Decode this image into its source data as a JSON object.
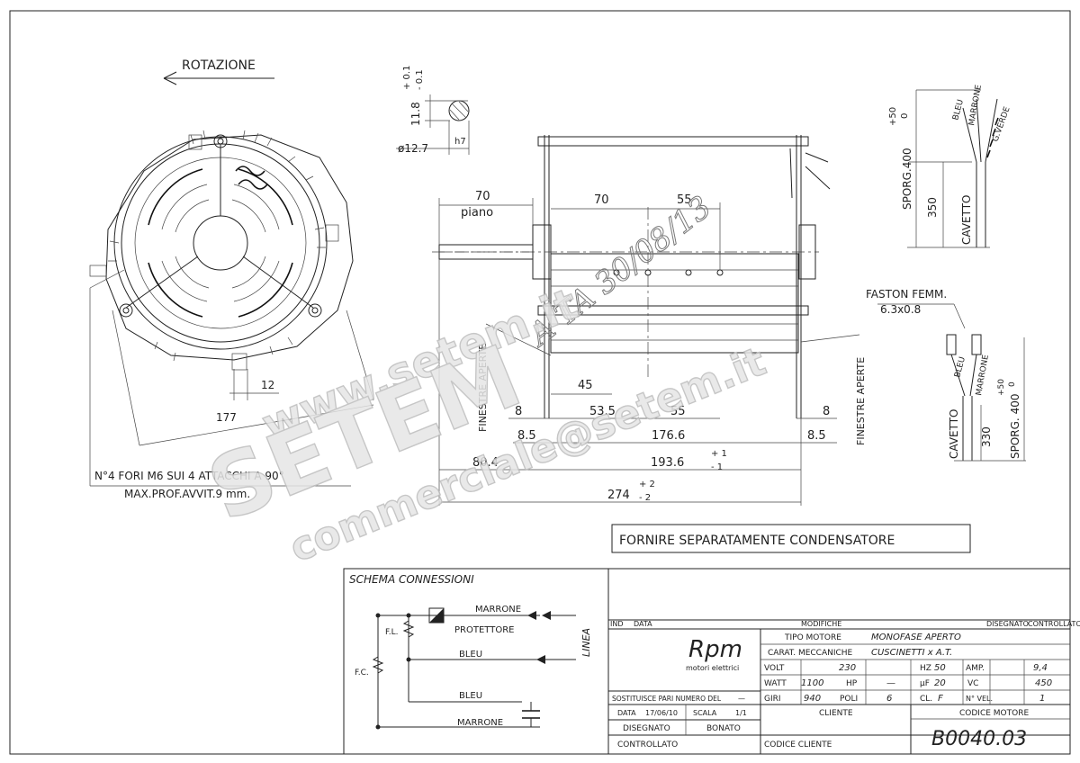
{
  "drawing": {
    "rotation_label": "ROTAZIONE",
    "dims": {
      "d_11_8": "11.8",
      "tol_plus_01": "+ 0.1",
      "tol_minus_01": "- 0.1",
      "d_12_7": "ø12.7",
      "h7": "h7",
      "d_70_top": "70",
      "piano": "piano",
      "d_70": "70",
      "d_55": "55",
      "d_45": "45",
      "d_53_5": "53.5",
      "d_55b": "55",
      "d_8_left": "8",
      "d_8_right": "8",
      "d_8_5_left": "8.5",
      "d_176_6": "176.6",
      "d_8_5_right": "8.5",
      "d_80_4": "80.4",
      "d_193_6": "193.6",
      "tol_plus_1": "+ 1",
      "tol_minus_1": "- 1",
      "d_274": "274",
      "tol_plus_2": "+ 2",
      "tol_minus_2": "- 2",
      "d_12": "12",
      "d_177": "177"
    },
    "finestre_left": "FINESTRE APERTE",
    "finestre_right": "FINESTRE APERTE",
    "mounting_note_1": "N°4 FORI M6 SUI 4 ATTACCHI A 90°",
    "mounting_note_2": "MAX.PROF.AVVIT.9 mm.",
    "fornire": "FORNIRE SEPARATAMENTE CONDENSATORE",
    "sporg_top": "SPORG.400",
    "sporg_top_tol_plus": "+50",
    "sporg_top_tol_zero": "0",
    "cavetto_top": "CAVETTO",
    "d_350": "350",
    "wire_bleu": "BLEU",
    "wire_marrone": "MARRONE",
    "wire_gverde": "G.VERDE",
    "faston_1": "FASTON FEMM.",
    "faston_2": "6.3x0.8",
    "cavetto_bottom": "CAVETTO",
    "d_330": "330",
    "sporg_bottom": "SPORG. 400",
    "sporg_bottom_tol_plus": "+50",
    "sporg_bottom_tol_zero": "0",
    "wire_bleu_b": "BLEU",
    "wire_marrone_b": "MARRONE",
    "stamp_text": "A TA 30/08/13"
  },
  "watermark": {
    "site": "www.setem.it",
    "brand": "SETEM",
    "email": "commerciale@setem.it"
  },
  "schema": {
    "title": "SCHEMA CONNESSIONI",
    "marrone_top": "MARRONE",
    "protettore": "PROTETTORE",
    "fl": "F.L.",
    "fc": "F.C.",
    "bleu_mid": "BLEU",
    "bleu_low": "BLEU",
    "marrone_bottom": "MARRONE",
    "linea": "LINEA"
  },
  "title_block": {
    "col_ind": "IND",
    "col_data": "DATA",
    "col_modifiche": "MODIFICHE",
    "col_disegnato": "DISEGNATO",
    "col_controllato": "CONTROLLATO",
    "logo_main": "Rpm",
    "logo_sub": "motori elettrici",
    "tipo_motore_label": "TIPO MOTORE",
    "tipo_motore_value": "MONOFASE APERTO",
    "carat_label": "CARAT. MECCANICHE",
    "carat_value": "CUSCINETTI x A.T.",
    "volt_label": "VOLT",
    "volt_value": "230",
    "hz_label": "HZ",
    "hz_value": "50",
    "amp_label": "AMP.",
    "amp_value": "9,4",
    "watt_label": "WATT",
    "watt_value": "1100",
    "hp_label": "HP",
    "hp_value": "—",
    "uf_label": "µF",
    "uf_value": "20",
    "vc_label": "VC",
    "vc_value": "450",
    "giri_label": "GIRI",
    "giri_value": "940",
    "poli_label": "POLI",
    "poli_value": "6",
    "cl_label": "CL.",
    "cl_value": "F",
    "nvel_label": "N° VEL.",
    "nvel_value": "1",
    "sostituisce_label": "SOSTITUISCE PARI NUMERO DEL",
    "sostituisce_value": "—",
    "data_label": "DATA",
    "data_value": "17/06/10",
    "scala_label": "SCALA",
    "scala_value": "1/1",
    "disegnato_label": "DISEGNATO",
    "disegnato_value": "BONATO",
    "controllato_label": "CONTROLLATO",
    "cliente_label": "CLIENTE",
    "codice_cliente_label": "CODICE CLIENTE",
    "codice_motore_label": "CODICE MOTORE",
    "codice_motore_value": "B0040.03"
  }
}
